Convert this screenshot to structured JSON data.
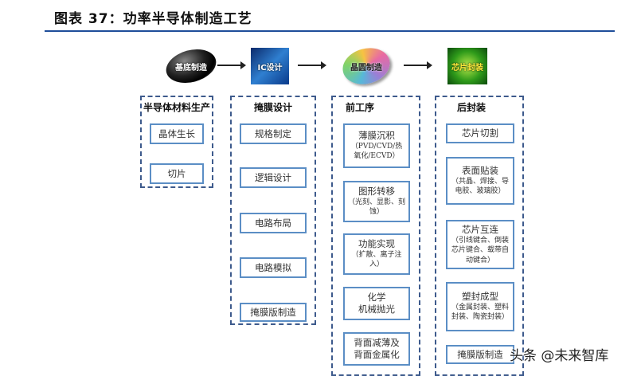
{
  "title": "图表 37：功率半导体制造工艺",
  "flow": [
    {
      "label": "基底制造",
      "icon": "dark-wafer-image"
    },
    {
      "label": "IC设计",
      "icon": "circuit-board-image"
    },
    {
      "label": "晶圆制造",
      "icon": "color-wafer-image"
    },
    {
      "label": "芯片封装",
      "icon": "chip-image"
    }
  ],
  "groups": [
    {
      "title": "半导体材料生产",
      "items": [
        {
          "main": "晶体生长"
        },
        {
          "main": "切片"
        }
      ]
    },
    {
      "title": "掩膜设计",
      "items": [
        {
          "main": "规格制定"
        },
        {
          "main": "逻辑设计"
        },
        {
          "main": "电路布局"
        },
        {
          "main": "电路模拟"
        },
        {
          "main": "掩膜版制造"
        }
      ]
    },
    {
      "title": "前工序",
      "items": [
        {
          "main": "薄膜沉积",
          "sub": "（PVD/CVD/热氧化/ECVD）"
        },
        {
          "main": "图形转移",
          "sub": "（光刻、显影、刻蚀）"
        },
        {
          "main": "功能实现",
          "sub": "（扩散、离子注入）"
        },
        {
          "main": "化学",
          "sub2": "机械抛光"
        },
        {
          "main": "背面减薄及",
          "sub2": "背面金属化"
        }
      ]
    },
    {
      "title": "后封装",
      "items": [
        {
          "main": "芯片切割"
        },
        {
          "main": "表面贴装",
          "sub": "（共晶、焊接、导电胶、玻璃胶）"
        },
        {
          "main": "芯片互连",
          "sub": "（引线键合、倒装芯片键合、载带自动键合）"
        },
        {
          "main": "塑封成型",
          "sub": "（金属封装、塑料封装、陶瓷封装）"
        },
        {
          "main": "掩膜版制造"
        }
      ]
    }
  ],
  "watermark": "头条 @未来智库"
}
